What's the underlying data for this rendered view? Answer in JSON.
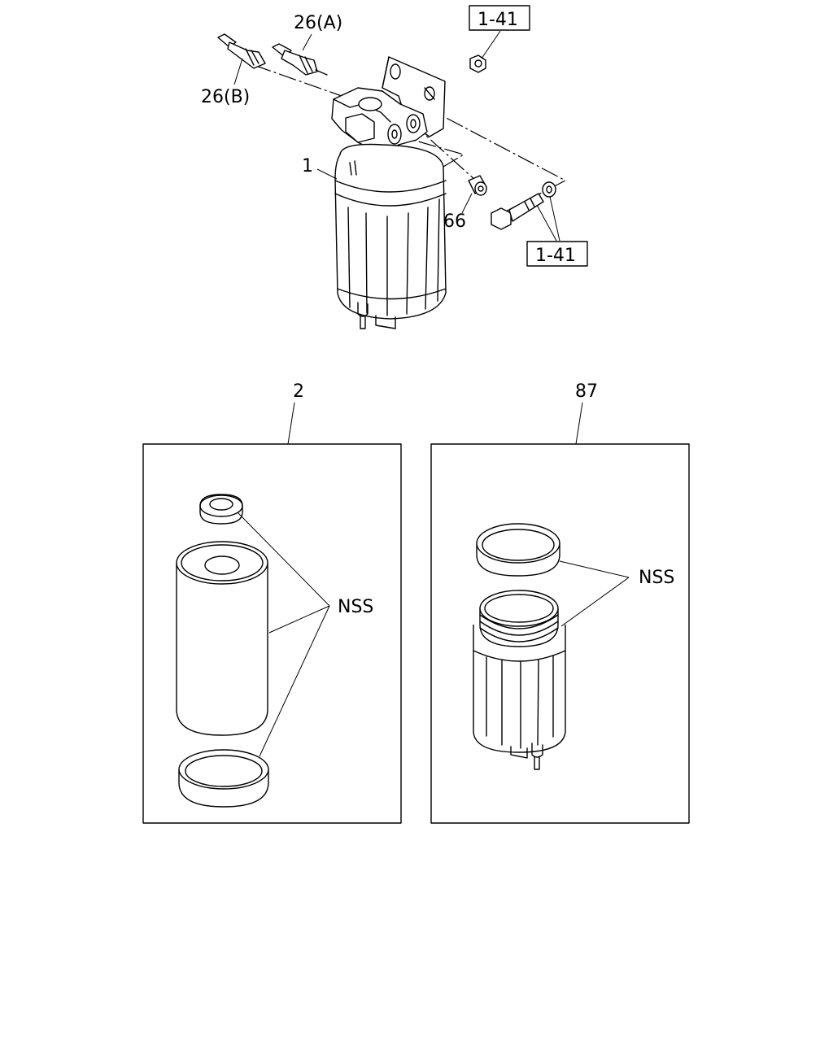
{
  "labels": {
    "part_26a": "26(A)",
    "part_26b": "26(B)",
    "ref_box_top": "1-41",
    "ref_box_bottom": "1-41",
    "part_1": "1",
    "part_66": "66",
    "part_2": "2",
    "part_87": "87",
    "nss_left": "NSS",
    "nss_right": "NSS"
  }
}
